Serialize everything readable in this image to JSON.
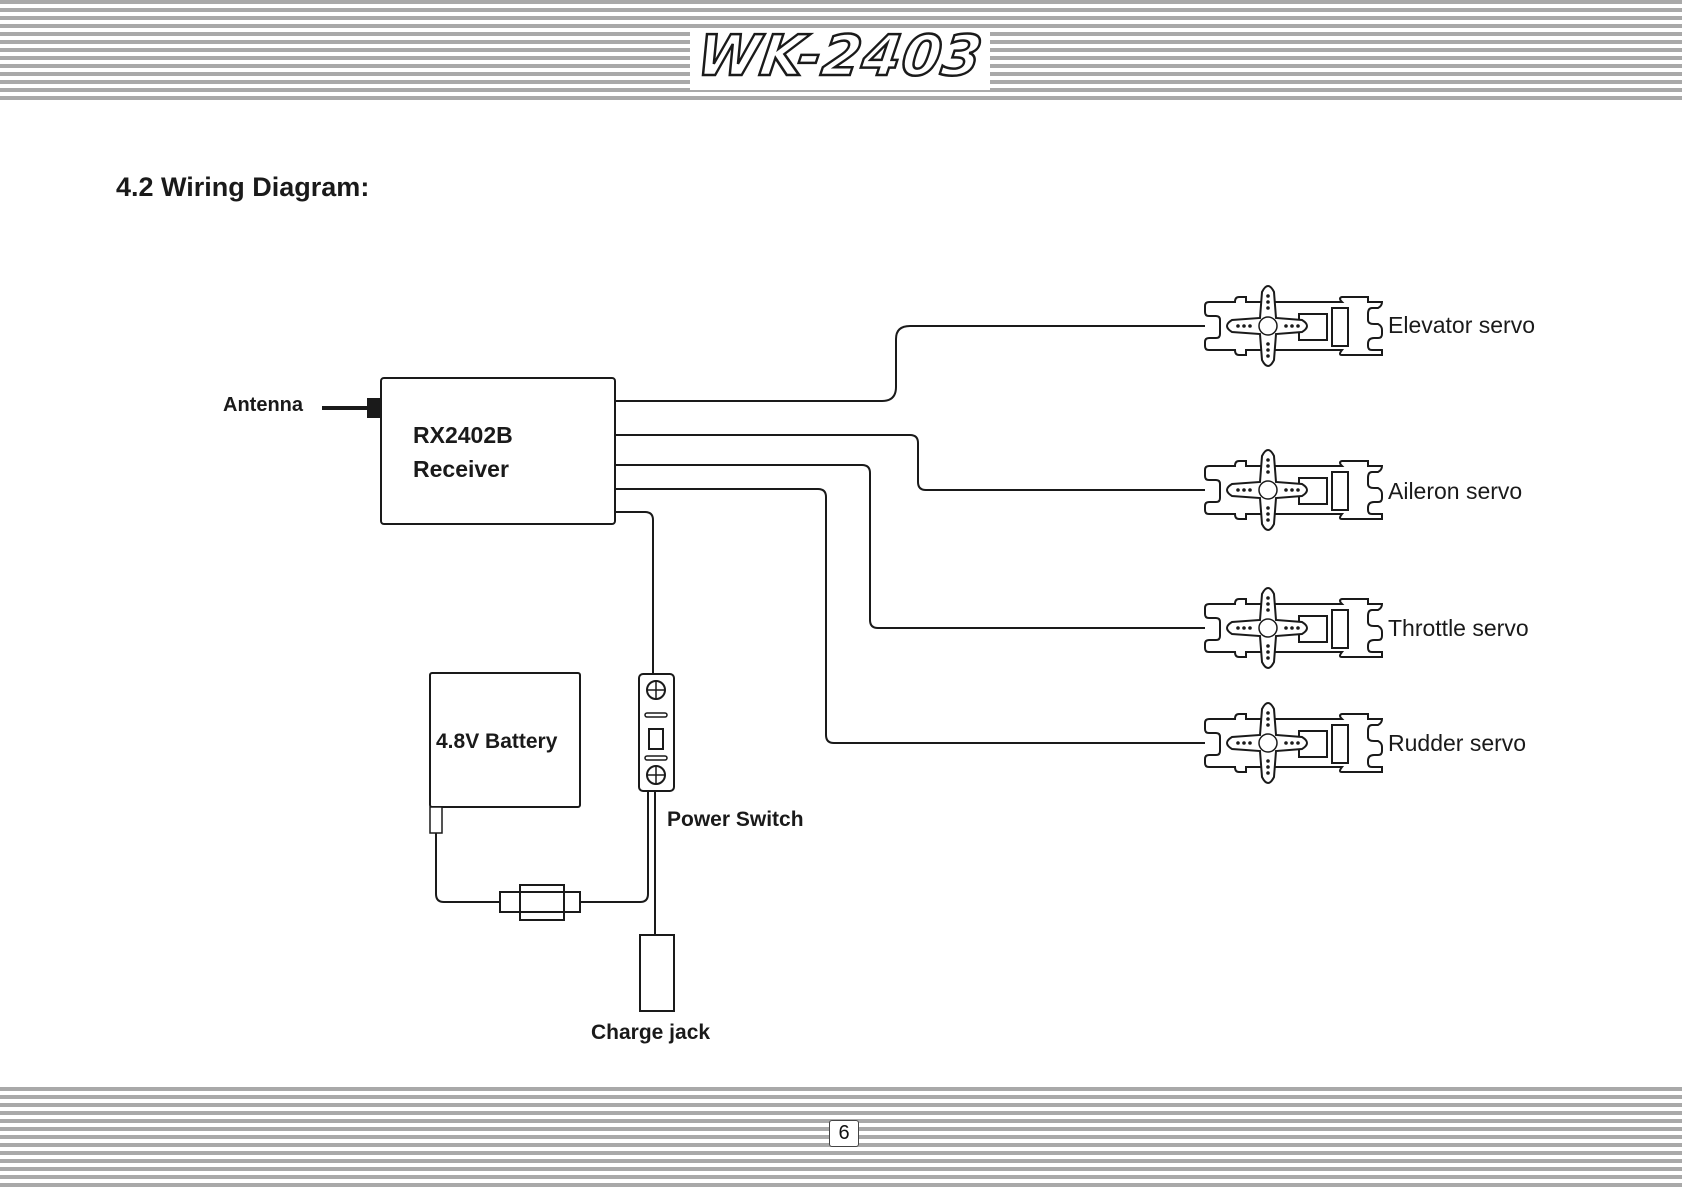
{
  "header": {
    "logo_text": "WK-2403"
  },
  "section": {
    "title": "4.2 Wiring Diagram:"
  },
  "diagram": {
    "antenna_label": "Antenna",
    "receiver": {
      "model": "RX2402B",
      "name": "Receiver"
    },
    "battery_label": "4.8V Battery",
    "power_switch_label": "Power Switch",
    "charge_jack_label": "Charge jack",
    "servos": [
      "Elevator servo",
      "Aileron servo",
      "Throttle servo",
      "Rudder servo"
    ]
  },
  "footer": {
    "page_number": "6"
  },
  "colors": {
    "stripe": "#a9a9a9",
    "line": "#1a1a1a",
    "background": "#ffffff"
  }
}
